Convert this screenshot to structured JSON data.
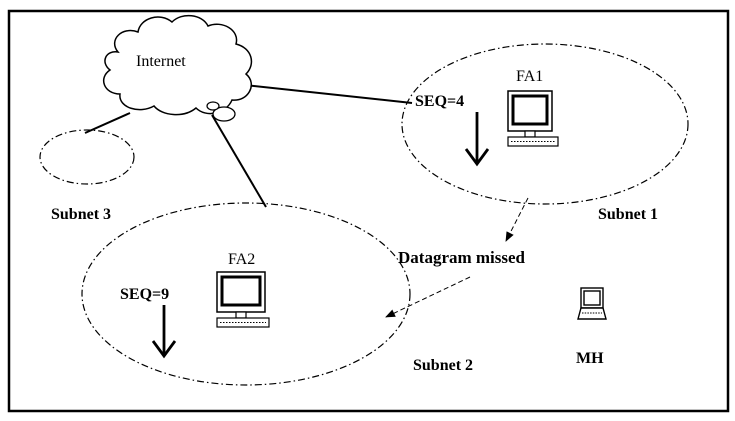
{
  "labels": {
    "internet": "Internet",
    "fa1": "FA1",
    "fa2": "FA2",
    "seq1": "SEQ=4",
    "seq2": "SEQ=9",
    "subnet1": "Subnet 1",
    "subnet2": "Subnet 2",
    "subnet3": "Subnet 3",
    "datagram": "Datagram missed",
    "mh": "MH"
  },
  "icons": {
    "cloud": "cloud-icon",
    "fa1": "desktop-computer-icon",
    "fa2": "desktop-computer-icon",
    "mh": "laptop-icon"
  },
  "colors": {
    "line": "#000000",
    "background": "#ffffff"
  }
}
